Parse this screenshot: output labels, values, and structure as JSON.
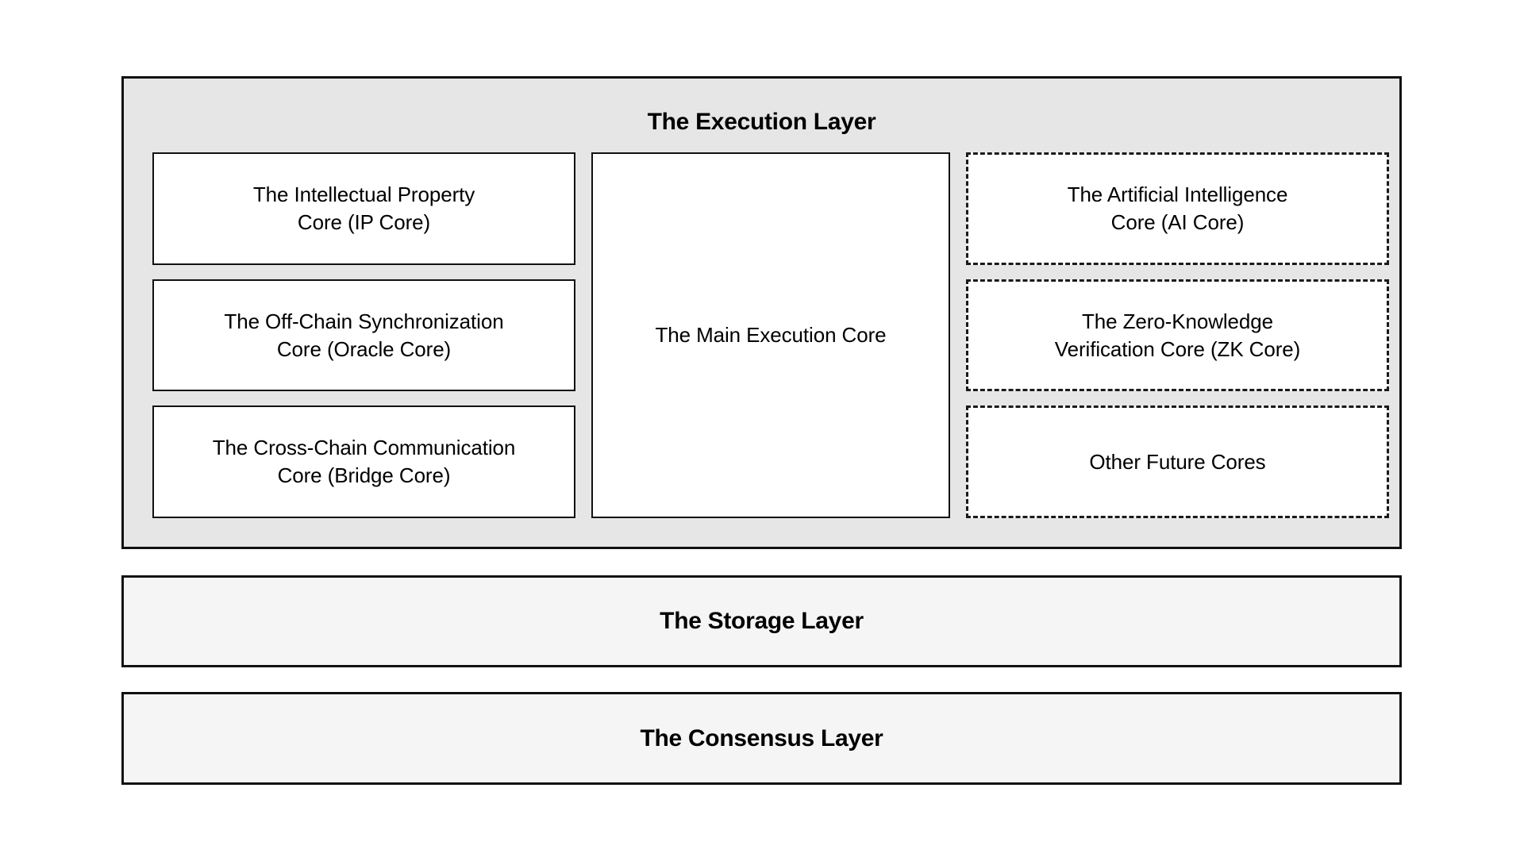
{
  "diagram": {
    "title": "Layered blockchain architecture",
    "colors": {
      "execution_layer_fill": "#e6e6e6",
      "lower_layer_fill": "#f5f5f5",
      "box_fill": "#ffffff",
      "border": "#111111",
      "text": "#000000"
    }
  },
  "execution_layer": {
    "title": "The Execution Layer",
    "left_column": [
      {
        "label": "The Intellectual Property\nCore (IP Core)",
        "border_style": "solid"
      },
      {
        "label": "The Off-Chain Synchronization\nCore (Oracle Core)",
        "border_style": "solid"
      },
      {
        "label": "The Cross-Chain Communication\nCore (Bridge Core)",
        "border_style": "solid"
      }
    ],
    "center_column": [
      {
        "label": "The Main Execution Core",
        "border_style": "solid"
      }
    ],
    "right_column": [
      {
        "label": "The Artificial Intelligence\nCore (AI Core)",
        "border_style": "dashed"
      },
      {
        "label": "The Zero-Knowledge\nVerification Core (ZK Core)",
        "border_style": "dashed"
      },
      {
        "label": "Other Future Cores",
        "border_style": "dashed"
      }
    ]
  },
  "storage_layer": {
    "title": "The Storage Layer"
  },
  "consensus_layer": {
    "title": "The Consensus Layer"
  }
}
